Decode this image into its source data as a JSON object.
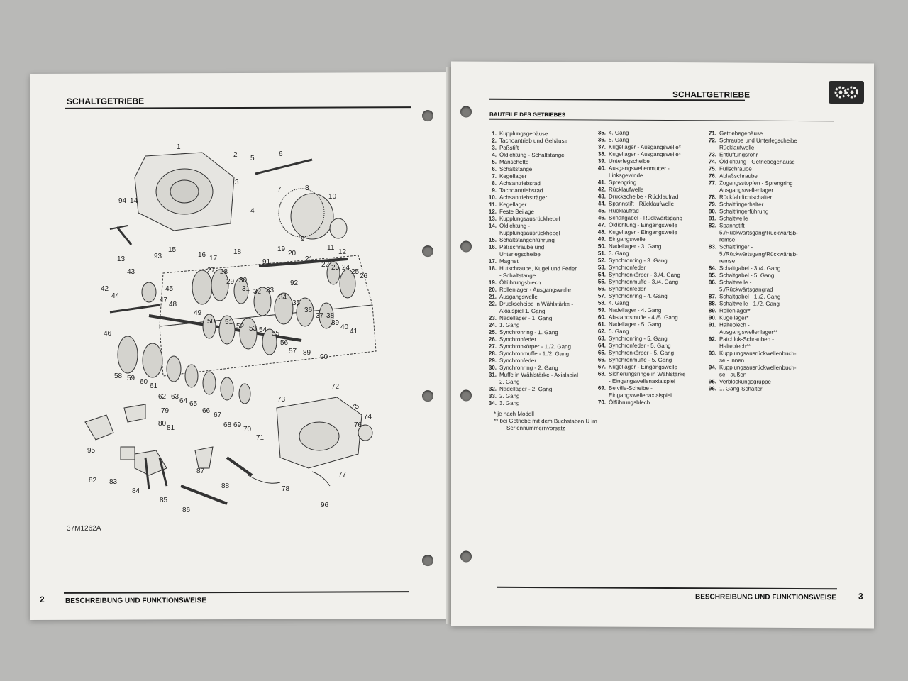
{
  "left_page": {
    "header": "SCHALTGETRIEBE",
    "figure_code": "37M1262A",
    "page_number": "2",
    "footer": "BESCHREIBUNG UND FUNKTIONSWEISE",
    "callouts": [
      "1",
      "2",
      "3",
      "4",
      "5",
      "6",
      "7",
      "8",
      "9",
      "10",
      "11",
      "12",
      "13",
      "14",
      "15",
      "16",
      "17",
      "18",
      "19",
      "20",
      "21",
      "22",
      "23",
      "24",
      "25",
      "26",
      "27",
      "28",
      "29",
      "30",
      "31",
      "32",
      "33",
      "34",
      "35",
      "36",
      "37",
      "38",
      "39",
      "40",
      "41",
      "42",
      "43",
      "44",
      "45",
      "46",
      "47",
      "48",
      "49",
      "50",
      "51",
      "52",
      "53",
      "54",
      "55",
      "56",
      "57",
      "58",
      "59",
      "60",
      "61",
      "62",
      "63",
      "64",
      "65",
      "66",
      "67",
      "68",
      "69",
      "70",
      "71",
      "72",
      "73",
      "74",
      "75",
      "76",
      "77",
      "78",
      "79",
      "80",
      "81",
      "82",
      "83",
      "84",
      "85",
      "86",
      "87",
      "88",
      "89",
      "90",
      "91",
      "92",
      "93",
      "94",
      "95",
      "96"
    ]
  },
  "right_page": {
    "header": "SCHALTGETRIEBE",
    "section_title": "BAUTEILE DES GETRIEBES",
    "page_number": "3",
    "footer": "BESCHREIBUNG UND FUNKTIONSWEISE",
    "col1": [
      {
        "n": "1.",
        "t": "Kupplungsgehäuse"
      },
      {
        "n": "2.",
        "t": "Tachoantrieb und Gehäuse"
      },
      {
        "n": "3.",
        "t": "Paßstift"
      },
      {
        "n": "4.",
        "t": "Öldichtung - Schaltstange"
      },
      {
        "n": "5.",
        "t": "Manschette"
      },
      {
        "n": "6.",
        "t": "Schaltstange"
      },
      {
        "n": "7.",
        "t": "Kegellager"
      },
      {
        "n": "8.",
        "t": "Achsantriebsrad"
      },
      {
        "n": "9.",
        "t": "Tachoantriebsrad"
      },
      {
        "n": "10.",
        "t": "Achsantriebsträger"
      },
      {
        "n": "11.",
        "t": "Kegellager"
      },
      {
        "n": "12.",
        "t": "Feste Beilage"
      },
      {
        "n": "13.",
        "t": "Kupplungsausrückhebel"
      },
      {
        "n": "14.",
        "t": "Öldichtung -"
      },
      {
        "n": "",
        "t": "Kupplungsausrückhebel"
      },
      {
        "n": "15.",
        "t": "Schaltstangenführung"
      },
      {
        "n": "16.",
        "t": "Paßschraube und"
      },
      {
        "n": "",
        "t": "Unterlegscheibe"
      },
      {
        "n": "17.",
        "t": "Magnet"
      },
      {
        "n": "18.",
        "t": "Hutschraube, Kugel und Feder"
      },
      {
        "n": "",
        "t": "- Schaltstange"
      },
      {
        "n": "19.",
        "t": "Ölführungsblech"
      },
      {
        "n": "20.",
        "t": "Rollenlager - Ausgangswelle"
      },
      {
        "n": "21.",
        "t": "Ausgangswelle"
      },
      {
        "n": "22.",
        "t": "Druckscheibe in Wählstärke -"
      },
      {
        "n": "",
        "t": "Axialspiel 1. Gang"
      },
      {
        "n": "23.",
        "t": "Nadellager - 1. Gang"
      },
      {
        "n": "24.",
        "t": "1. Gang"
      },
      {
        "n": "25.",
        "t": "Synchronring - 1. Gang"
      },
      {
        "n": "26.",
        "t": "Synchronfeder"
      },
      {
        "n": "27.",
        "t": "Synchronkörper - 1./2. Gang"
      },
      {
        "n": "28.",
        "t": "Synchronmuffe - 1./2. Gang"
      },
      {
        "n": "29.",
        "t": "Synchronfeder"
      },
      {
        "n": "30.",
        "t": "Synchronring - 2. Gang"
      },
      {
        "n": "31.",
        "t": "Muffe in Wählstärke - Axialspiel"
      },
      {
        "n": "",
        "t": "2. Gang"
      },
      {
        "n": "32.",
        "t": "Nadellager - 2. Gang"
      },
      {
        "n": "33.",
        "t": "2. Gang"
      },
      {
        "n": "34.",
        "t": "3. Gang"
      }
    ],
    "col2": [
      {
        "n": "35.",
        "t": "4. Gang"
      },
      {
        "n": "36.",
        "t": "5. Gang"
      },
      {
        "n": "37.",
        "t": "Kugellager - Ausgangswelle*"
      },
      {
        "n": "38.",
        "t": "Kugellager - Ausgangswelle*"
      },
      {
        "n": "39.",
        "t": "Unterlegscheibe"
      },
      {
        "n": "40.",
        "t": "Ausgangswellenmutter -"
      },
      {
        "n": "",
        "t": "Linksgewinde"
      },
      {
        "n": "41.",
        "t": "Sprengring"
      },
      {
        "n": "42.",
        "t": "Rücklaufwelle"
      },
      {
        "n": "43.",
        "t": "Druckscheibe - Rücklaufrad"
      },
      {
        "n": "44.",
        "t": "Spannstift - Rücklaufwelle"
      },
      {
        "n": "45.",
        "t": "Rücklaufrad"
      },
      {
        "n": "46.",
        "t": "Schaltgabel - Rückwärtsgang"
      },
      {
        "n": "47.",
        "t": "Öldichtung - Eingangswelle"
      },
      {
        "n": "48.",
        "t": "Kugellager - Eingangswelle"
      },
      {
        "n": "49.",
        "t": "Eingangswelle"
      },
      {
        "n": "50.",
        "t": "Nadellager - 3. Gang"
      },
      {
        "n": "51.",
        "t": "3. Gang"
      },
      {
        "n": "52.",
        "t": "Synchronring - 3. Gang"
      },
      {
        "n": "53.",
        "t": "Synchronfeder"
      },
      {
        "n": "54.",
        "t": "Synchronkörper - 3./4. Gang"
      },
      {
        "n": "55.",
        "t": "Synchronmuffe - 3./4. Gang"
      },
      {
        "n": "56.",
        "t": "Synchronfeder"
      },
      {
        "n": "57.",
        "t": "Synchronring - 4. Gang"
      },
      {
        "n": "58.",
        "t": "4. Gang"
      },
      {
        "n": "59.",
        "t": "Nadellager - 4. Gang"
      },
      {
        "n": "60.",
        "t": "Abstandsmuffe - 4./5. Gang"
      },
      {
        "n": "61.",
        "t": "Nadellager - 5. Gang"
      },
      {
        "n": "62.",
        "t": "5. Gang"
      },
      {
        "n": "63.",
        "t": "Synchronring - 5. Gang"
      },
      {
        "n": "64.",
        "t": "Synchronfeder - 5. Gang"
      },
      {
        "n": "65.",
        "t": "Synchronkörper - 5. Gang"
      },
      {
        "n": "66.",
        "t": "Synchronmuffe - 5. Gang"
      },
      {
        "n": "67.",
        "t": "Kugellager - Eingangswelle"
      },
      {
        "n": "68.",
        "t": "Sicherungsringe in Wählstärke"
      },
      {
        "n": "",
        "t": "- Eingangswellenaxialspiel"
      },
      {
        "n": "69.",
        "t": "Belville-Scheibe -"
      },
      {
        "n": "",
        "t": "Eingangswellenaxialspiel"
      },
      {
        "n": "70.",
        "t": "Ölführungsblech"
      }
    ],
    "col3": [
      {
        "n": "71.",
        "t": "Getriebegehäuse"
      },
      {
        "n": "72.",
        "t": "Schraube und Unterlegscheibe"
      },
      {
        "n": "",
        "t": "Rücklaufwelle"
      },
      {
        "n": "73.",
        "t": "Entlüftungsrohr"
      },
      {
        "n": "74.",
        "t": "Öldichtung - Getriebegehäuse"
      },
      {
        "n": "75.",
        "t": "Füllschraube"
      },
      {
        "n": "76.",
        "t": "Ablaßschraube"
      },
      {
        "n": "77.",
        "t": "Zugangsstopfen - Sprengring"
      },
      {
        "n": "",
        "t": "Ausgangswellenlager"
      },
      {
        "n": "78.",
        "t": "Rückfahrlichtschalter"
      },
      {
        "n": "79.",
        "t": "Schaltfingerhalter"
      },
      {
        "n": "80.",
        "t": "Schaltfingerführung"
      },
      {
        "n": "81.",
        "t": "Schaltwelle"
      },
      {
        "n": "82.",
        "t": "Spannstift -"
      },
      {
        "n": "",
        "t": "5./Rückwärtsgang/Rückwärtsb-"
      },
      {
        "n": "",
        "t": "remse"
      },
      {
        "n": "83.",
        "t": "Schaltfinger -"
      },
      {
        "n": "",
        "t": "5./Rückwärtsgang/Rückwärtsb-"
      },
      {
        "n": "",
        "t": "remse"
      },
      {
        "n": "84.",
        "t": "Schaltgabel - 3./4. Gang"
      },
      {
        "n": "85.",
        "t": "Schaltgabel - 5. Gang"
      },
      {
        "n": "86.",
        "t": "Schaltwelle -"
      },
      {
        "n": "",
        "t": "5./Rückwärtsgangrad"
      },
      {
        "n": "87.",
        "t": "Schaltgabel - 1./2. Gang"
      },
      {
        "n": "88.",
        "t": "Schaltwelle - 1./2. Gang"
      },
      {
        "n": "89.",
        "t": "Rollenlager*"
      },
      {
        "n": "90.",
        "t": "Kugellager*"
      },
      {
        "n": "91.",
        "t": "Halteblech -"
      },
      {
        "n": "",
        "t": "Ausgangswellenlager**"
      },
      {
        "n": "92.",
        "t": "Patchlok-Schrauben -"
      },
      {
        "n": "",
        "t": "Halteblech**"
      },
      {
        "n": "93.",
        "t": "Kupplungsausrückwellenbuch-"
      },
      {
        "n": "",
        "t": "se - innen"
      },
      {
        "n": "94.",
        "t": "Kupplungsausrückwellenbuch-"
      },
      {
        "n": "",
        "t": "se - außen"
      },
      {
        "n": "95.",
        "t": "Verblockungsgruppe"
      },
      {
        "n": "96.",
        "t": "1. Gang-Schalter"
      }
    ],
    "footnotes": [
      "* je nach Modell",
      "** bei Getriebe mit dem Buchstaben U im",
      "Seriennummernvorsatz"
    ]
  }
}
